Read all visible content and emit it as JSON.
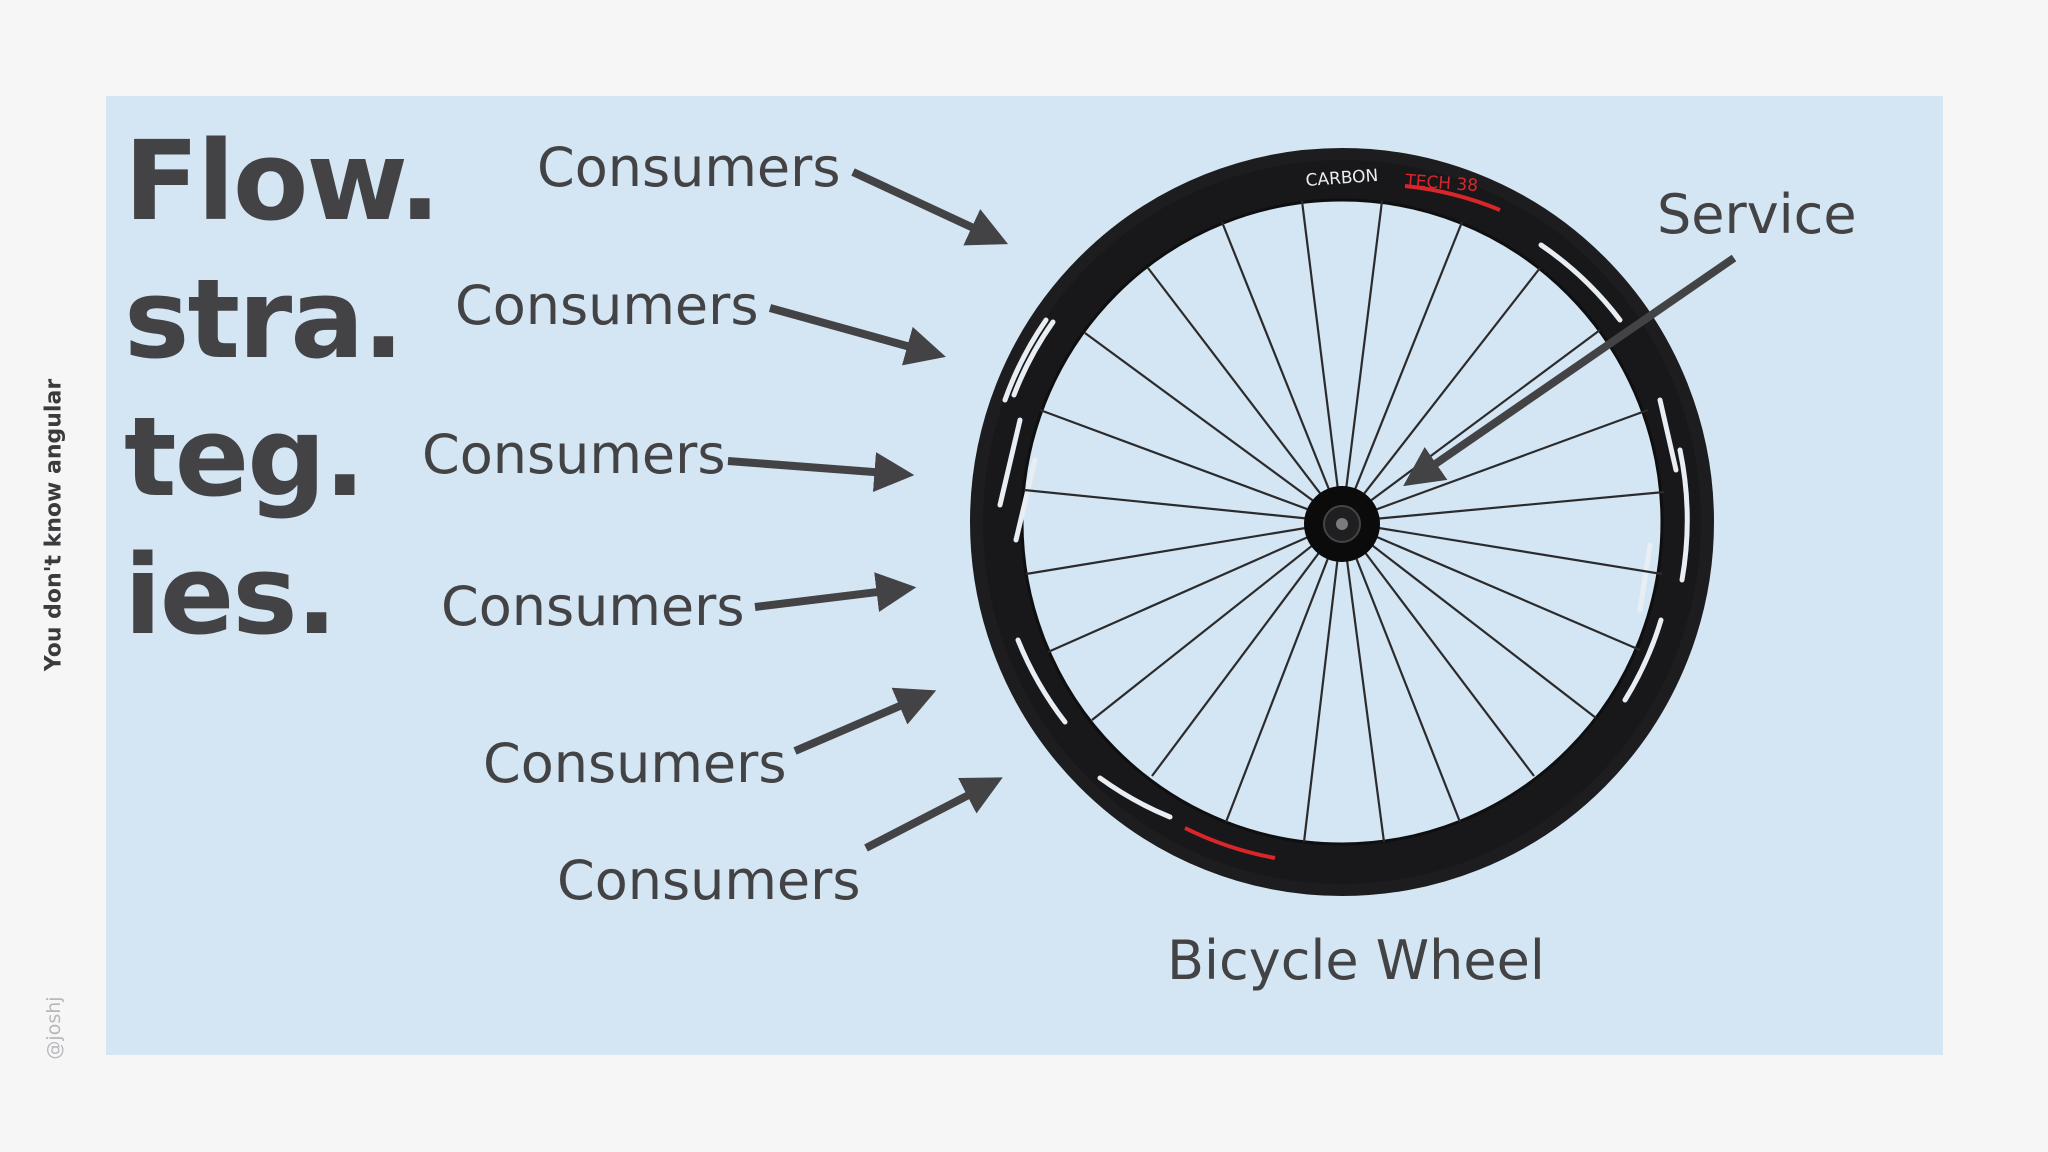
{
  "slide": {
    "side_label": "You don't know angular",
    "handle": "@joshj",
    "title_lines": [
      "Flow.",
      "stra.",
      "teg.",
      "ies."
    ]
  },
  "diagram": {
    "consumer_labels": [
      "Consumers",
      "Consumers",
      "Consumers",
      "Consumers",
      "Consumers",
      "Consumers"
    ],
    "service_label": "Service",
    "wheel_caption": "Bicycle Wheel",
    "rim_brand_text": [
      "CARBON",
      "TECH 38"
    ]
  },
  "colors": {
    "panel_background": "#d4e6f3",
    "text": "#434345",
    "arrow": "#434345",
    "rim_decal_red": "#d8262b"
  }
}
